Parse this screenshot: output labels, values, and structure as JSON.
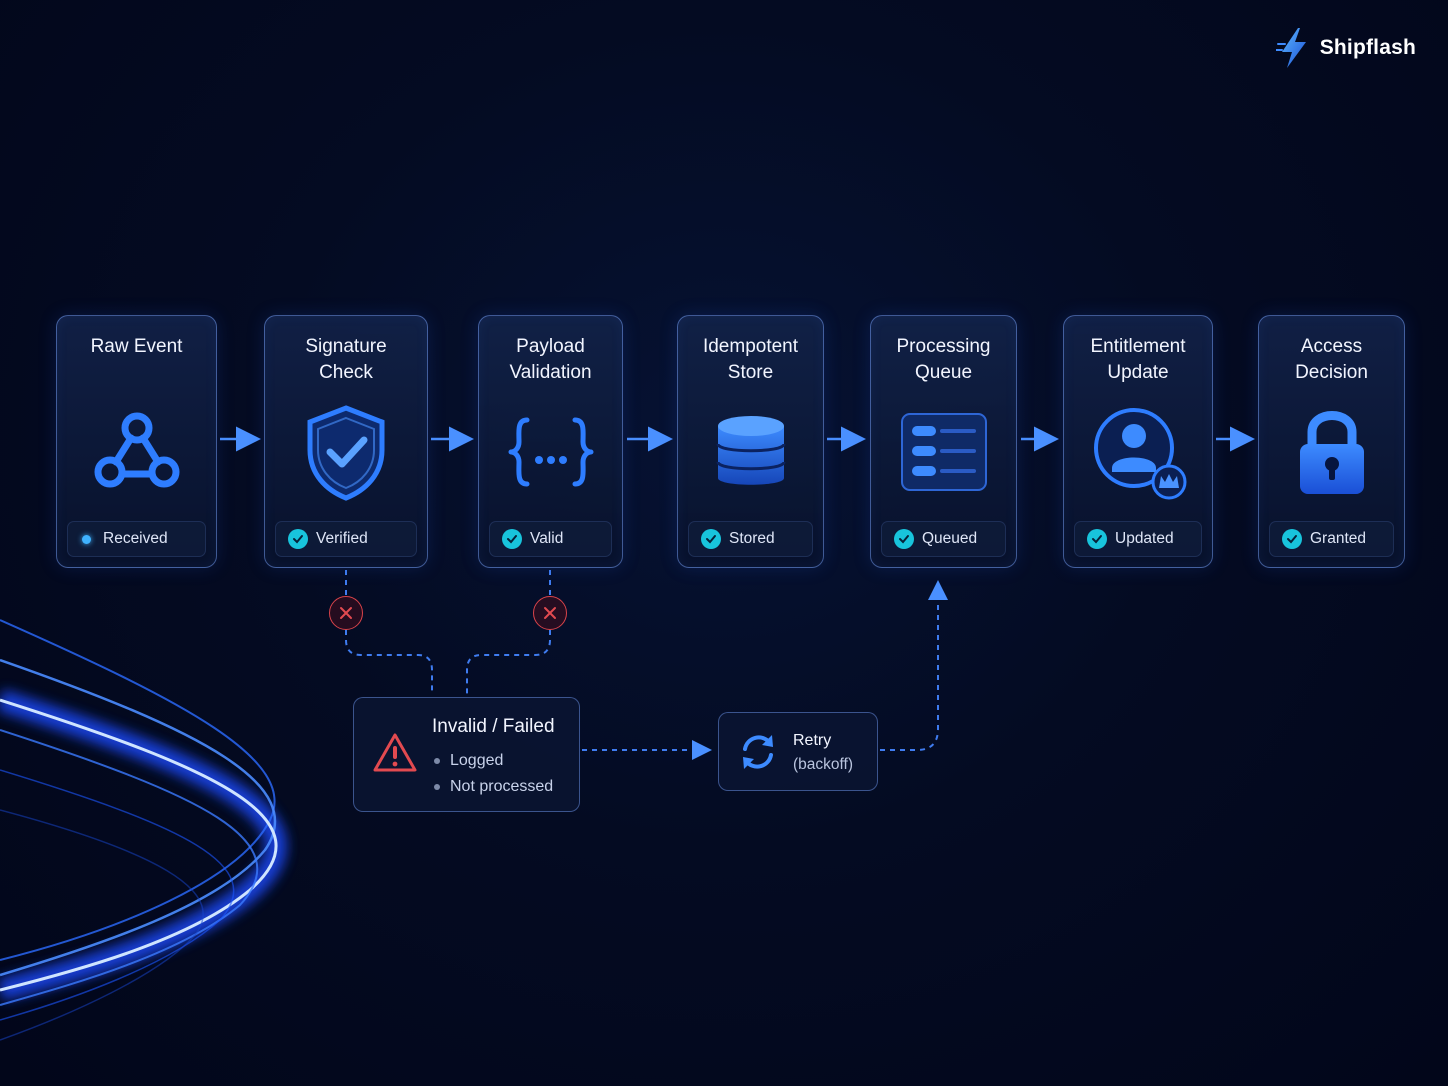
{
  "brand": {
    "name": "Shipflash"
  },
  "stages": [
    {
      "title": "Raw Event",
      "status": "Received",
      "icon": "webhook-icon"
    },
    {
      "title": "Signature\nCheck",
      "status": "Verified",
      "icon": "shield-check-icon"
    },
    {
      "title": "Payload\nValidation",
      "status": "Valid",
      "icon": "braces-icon"
    },
    {
      "title": "Idempotent\nStore",
      "status": "Stored",
      "icon": "database-icon"
    },
    {
      "title": "Processing\nQueue",
      "status": "Queued",
      "icon": "queue-list-icon"
    },
    {
      "title": "Entitlement\nUpdate",
      "status": "Updated",
      "icon": "user-crown-icon"
    },
    {
      "title": "Access\nDecision",
      "status": "Granted",
      "icon": "lock-icon"
    }
  ],
  "failure": {
    "title": "Invalid / Failed",
    "items": [
      "Logged",
      "Not processed"
    ],
    "icon": "warning-icon"
  },
  "retry": {
    "title": "Retry",
    "subtitle": "(backoff)",
    "icon": "refresh-icon"
  },
  "colors": {
    "accent": "#2f7bff",
    "success": "#18c4dc",
    "error": "#d8434a"
  }
}
